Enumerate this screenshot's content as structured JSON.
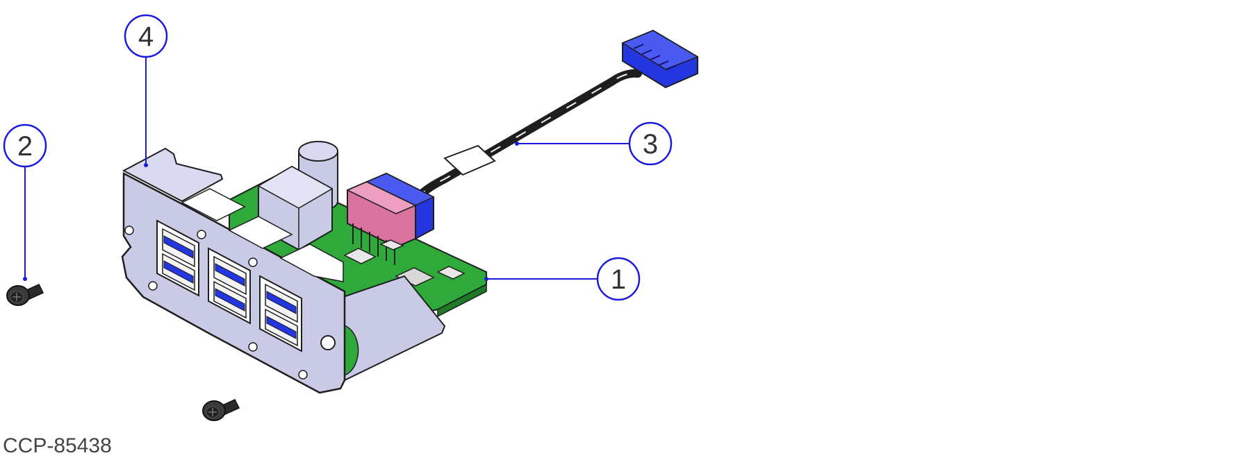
{
  "callouts": [
    {
      "label": "1"
    },
    {
      "label": "2"
    },
    {
      "label": "3"
    },
    {
      "label": "4"
    }
  ],
  "figure_id": "CCP-85438",
  "colors": {
    "callout": "#1a1adc",
    "bracket": "#c9cae6",
    "board": "#2fa93a",
    "port_blue": "#2436e0",
    "header_pink": "#d9739e",
    "screw": "#222222",
    "outline": "#1e1e1e"
  }
}
